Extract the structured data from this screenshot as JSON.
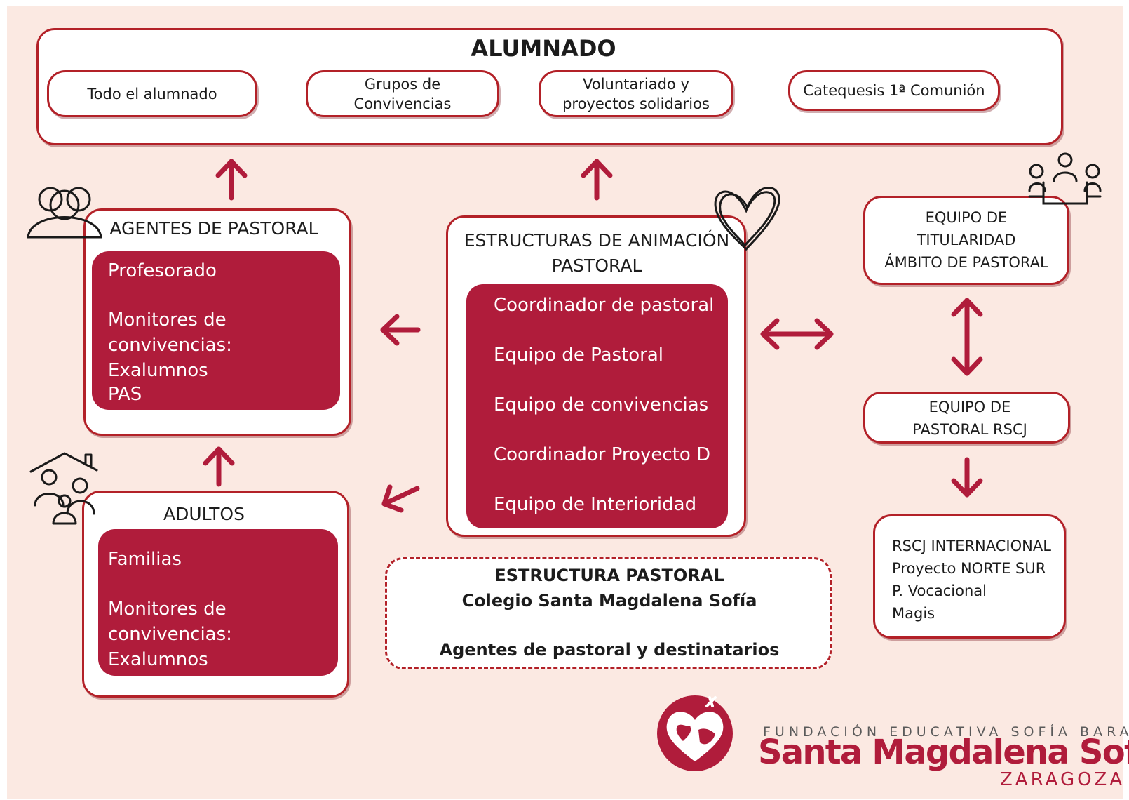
{
  "alumnado": {
    "title": "ALUMNADO",
    "items": [
      "Todo el alumnado",
      "Grupos de Convivencias",
      "Voluntariado y proyectos solidarios",
      "Catequesis 1ª Comunión"
    ]
  },
  "agentes": {
    "title": "AGENTES DE PASTORAL",
    "items": [
      "Profesorado",
      "Monitores de convivencias: Exalumnos",
      "PAS"
    ]
  },
  "estructuras": {
    "title": "ESTRUCTURAS DE ANIMACIÓN PASTORAL",
    "items": [
      "Coordinador de pastoral",
      "Equipo de Pastoral",
      "Equipo de convivencias",
      "Coordinador Proyecto D",
      "Equipo de Interioridad"
    ]
  },
  "adultos": {
    "title": "ADULTOS",
    "items": [
      "Familias",
      "Monitores de convivencias: Exalumnos"
    ]
  },
  "titularidad": {
    "lines": [
      "EQUIPO DE",
      "TITULARIDAD",
      "ÁMBITO DE PASTORAL"
    ]
  },
  "rscj": {
    "lines": [
      "EQUIPO DE",
      "PASTORAL RSCJ"
    ]
  },
  "internacional": {
    "lines": [
      "RSCJ INTERNACIONAL",
      "Proyecto NORTE SUR",
      "P. Vocacional",
      "Magis"
    ]
  },
  "estructura_pastoral": {
    "line1": "ESTRUCTURA PASTORAL",
    "line2": "Colegio Santa Magdalena Sofía",
    "line3": "Agentes de pastoral y destinatarios"
  },
  "brand": {
    "sub": "FUNDACIÓN EDUCATIVA SOFÍA BARAT",
    "name": "Santa Magdalena Sofía",
    "city": "ZARAGOZA"
  },
  "icons": [
    "people-group-icon",
    "heart-icon",
    "meeting-table-icon",
    "family-home-icon",
    "globe-heart-logo-icon"
  ],
  "colors": {
    "background": "#fbe9e2",
    "accent": "#b01c3b",
    "border": "#b32128",
    "box": "#ffffff",
    "text": "#1c1c1c"
  }
}
